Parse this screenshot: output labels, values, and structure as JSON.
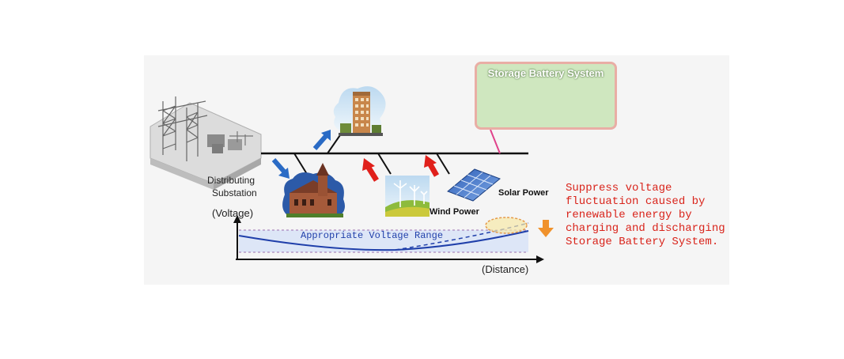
{
  "labels": {
    "substation": [
      "Distributing",
      "Substation"
    ],
    "voltage_axis": "(Voltage)",
    "distance_axis": "(Distance)",
    "wind": "Wind Power",
    "solar": "Solar Power",
    "storage_title": "Storage Battery System",
    "voltage_range": "Appropriate Voltage Range"
  },
  "note": {
    "lines": [
      "Suppress voltage",
      "fluctuation caused by",
      "renewable energy by",
      "charging and discharging",
      "Storage Battery System."
    ]
  },
  "colors": {
    "panel_bg": "#f5f5f5",
    "storage_bg": "#cfe7bf",
    "storage_border": "#e9aea5",
    "note_text": "#d9241b",
    "voltage_curve": "#1f3faa",
    "voltage_band": "#dde6f7",
    "arrow_red": "#e0201b",
    "arrow_blue": "#2a6bc5",
    "arrow_orange": "#f0922c",
    "ellipse_fill": "#f7e8a8",
    "ellipse_stroke": "#e59a4a",
    "connector_pink": "#e0428a"
  },
  "icons": [
    "substation-icon",
    "building-icon",
    "church-icon",
    "wind-turbine-icon",
    "solar-panel-icon",
    "battery-cabinet-icon"
  ]
}
